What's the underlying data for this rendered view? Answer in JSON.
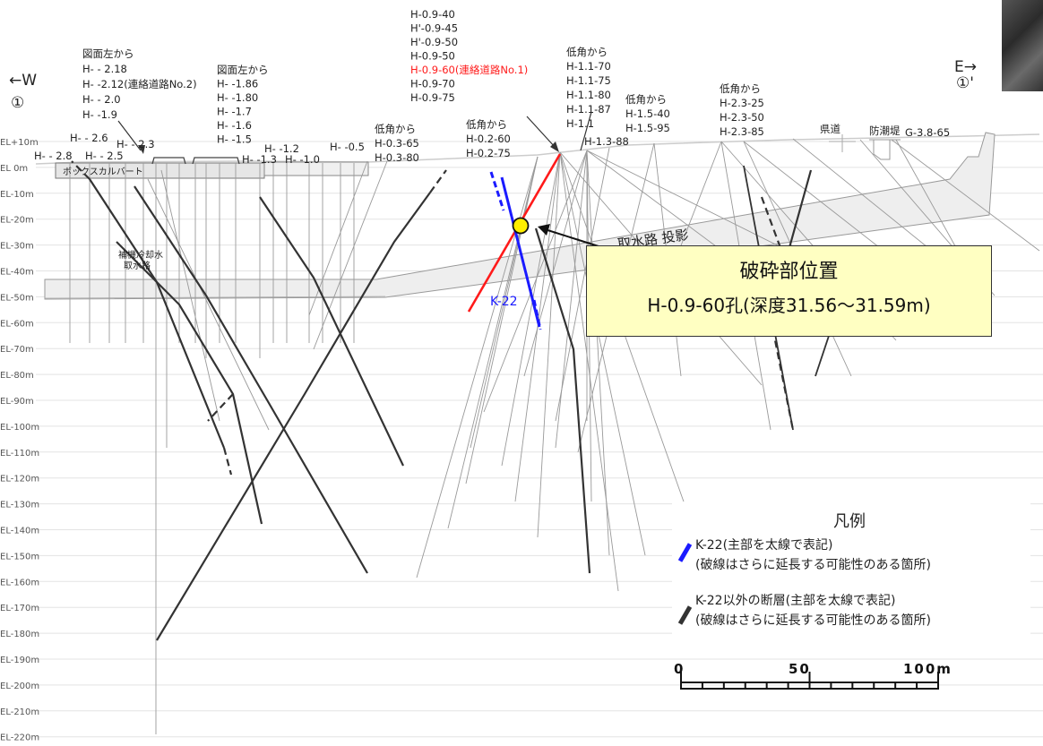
{
  "direction": {
    "west_label": "←W",
    "west_marker": "①",
    "east_label": "E→",
    "east_marker": "①'"
  },
  "elevation_labels": [
    "EL+10m",
    "EL 0m",
    "EL-10m",
    "EL-20m",
    "EL-30m",
    "EL-40m",
    "EL-50m",
    "EL-60m",
    "EL-70m",
    "EL-80m",
    "EL-90m",
    "EL-100m",
    "EL-110m",
    "EL-120m",
    "EL-130m",
    "EL-140m",
    "EL-150m",
    "EL-160m",
    "EL-170m",
    "EL-180m",
    "EL-190m",
    "EL-200m",
    "EL-210m",
    "EL-220m"
  ],
  "groups": {
    "g1_header": "図面左から",
    "g1_items": [
      "H- - 2.18",
      "H- -2.12(連絡道路No.2)",
      "H- - 2.0",
      "H- -1.9"
    ],
    "g2_header": "図面左から",
    "g2_items": [
      "H- -1.86",
      "H- -1.80",
      "H- -1.7",
      "H- -1.6",
      "H- -1.5"
    ],
    "g3_top": [
      "H-0.9-40",
      "H'-0.9-45",
      "H'-0.9-50",
      "H-0.9-50"
    ],
    "g3_red": "H-0.9-60(連絡道路No.1)",
    "g3_bottom": [
      "H-0.9-70",
      "H-0.9-75"
    ],
    "g4_header": "低角から",
    "g4_items": [
      "H-1.1-70",
      "H-1.1-75",
      "H-1.1-80",
      "H-1.1-87",
      "H-1.1"
    ],
    "g5_header": "低角から",
    "g5_items": [
      "H-1.5-40",
      "H-1.5-95"
    ],
    "g6_header": "低角から",
    "g6_items": [
      "H-2.3-25",
      "H-2.3-50",
      "H-2.3-85"
    ],
    "g7_header": "低角から",
    "g7_items": [
      "H-0.3-65",
      "H-0.3-80"
    ],
    "g8_header": "低角から",
    "g8_items": [
      "H-0.2-60",
      "H-0.2-75"
    ]
  },
  "surface_labels": {
    "h26": "H- - 2.6",
    "h23": "H- - 2.3",
    "h28": "H- - 2.8",
    "h25": "H- - 2.5",
    "h12": "H- -1.2",
    "h13": "H- -1.3",
    "h10": "H- -1.0",
    "h05": "H- -0.5",
    "h1388": "H-1.3-88",
    "road": "県道",
    "seawall": "防潮堤",
    "g3865": "G-3.8-65"
  },
  "features": {
    "box_culvert": "ボックスカルバート",
    "cooling_line1": "補機冷却水",
    "cooling_line2": "取水路",
    "intake_projection": "取水路 投影",
    "k22_label": "K-22"
  },
  "callout": {
    "line1": "破砕部位置",
    "line2": "H-0.9-60孔(深度31.56～31.59m)"
  },
  "legend": {
    "title": "凡例",
    "k22_line1": "K-22(主部を太線で表記)",
    "k22_line2": "(破線はさらに延長する可能性のある箇所)",
    "other_line1": "K-22以外の断層(主部を太線で表記)",
    "other_line2": "(破線はさらに延長する可能性のある箇所)",
    "k22_color": "#1a1aff",
    "other_color": "#333333"
  },
  "scale": {
    "label0": "0",
    "label50": "50",
    "label100": "100m"
  },
  "colors": {
    "red_borehole": "#ff1a1a",
    "k22": "#1a1aff",
    "marker_fill": "#ffee00",
    "callout_bg": "#ffffc2"
  }
}
